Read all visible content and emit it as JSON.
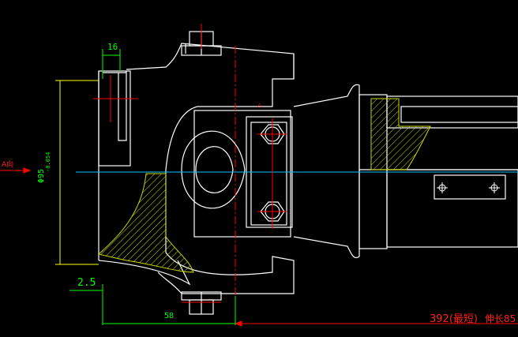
{
  "drawing": {
    "dim_flange_width": "16",
    "dim_flange_diameter": "Φ95",
    "dim_flange_tolerance": "-0.054",
    "dim_gap": "2.5",
    "dim_length": "58",
    "dim_total": "392(最短)",
    "dim_extension": "伸长85",
    "view_label": "A向",
    "small_mark": "△"
  },
  "colors": {
    "background": "#000000",
    "outline": "#ffffff",
    "dimension": "#00ff00",
    "hatch": "#c8d800",
    "centerline": "#00c8ff",
    "red_mark": "#ff0000",
    "leader": "#ffff00"
  }
}
